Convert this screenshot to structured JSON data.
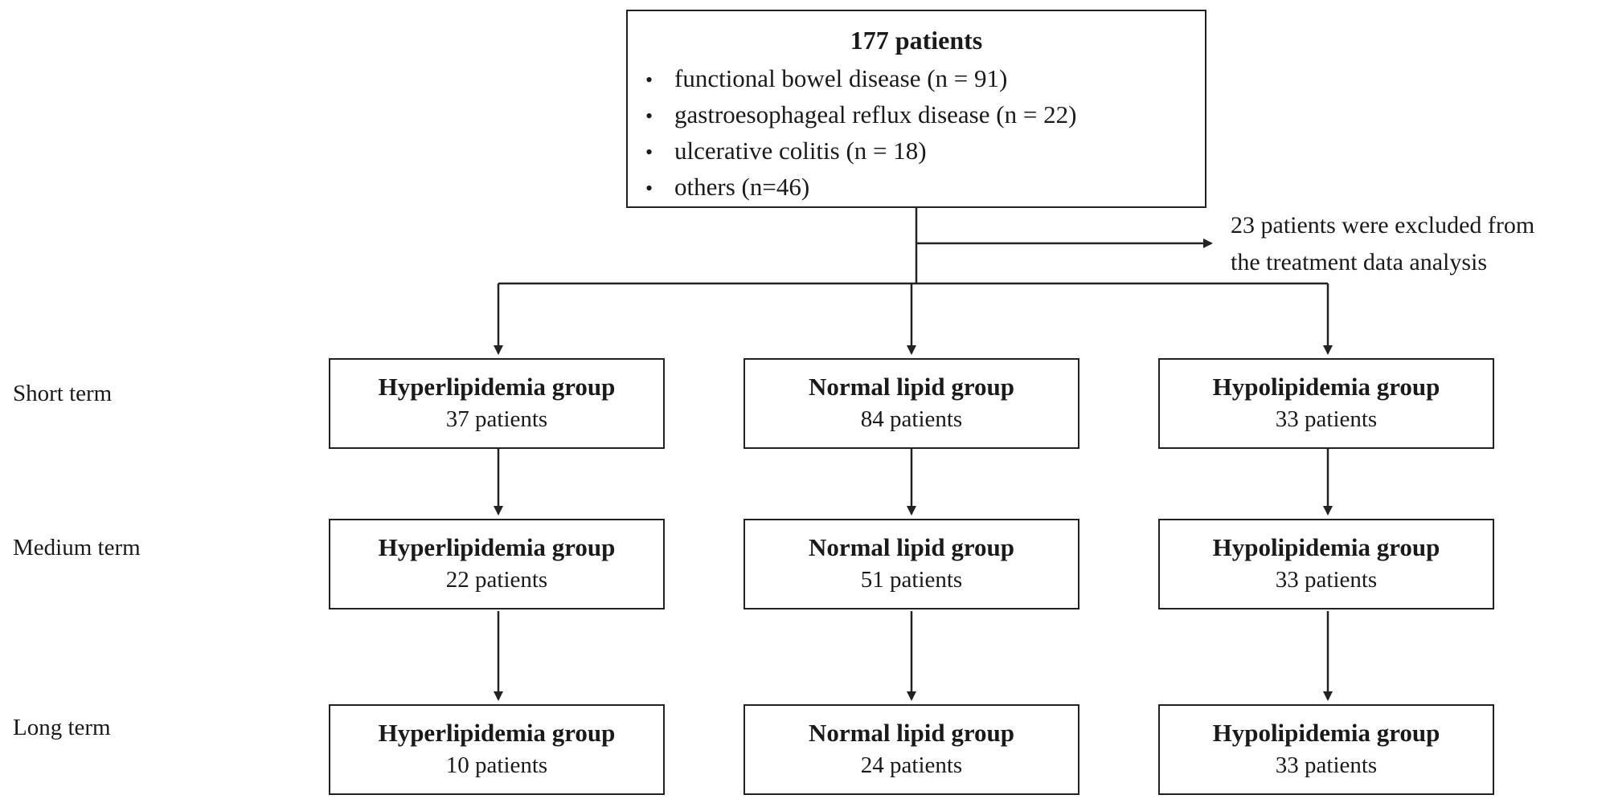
{
  "source": {
    "title": "177 patients",
    "items": [
      "functional bowel disease (n = 91)",
      "gastroesophageal reflux disease (n = 22)",
      "ulcerative colitis (n = 18)",
      "others (n=46)"
    ]
  },
  "exclusion": {
    "line1": "23 patients were excluded from",
    "line2": "the treatment data analysis"
  },
  "terms": [
    {
      "label": "Short term",
      "groups": [
        {
          "name": "Hyperlipidemia group",
          "count": "37 patients"
        },
        {
          "name": "Normal lipid group",
          "count": "84 patients"
        },
        {
          "name": "Hypolipidemia group",
          "count": "33 patients"
        }
      ]
    },
    {
      "label": "Medium term",
      "groups": [
        {
          "name": "Hyperlipidemia group",
          "count": "22 patients"
        },
        {
          "name": "Normal lipid group",
          "count": "51 patients"
        },
        {
          "name": "Hypolipidemia group",
          "count": "33 patients"
        }
      ]
    },
    {
      "label": "Long term",
      "groups": [
        {
          "name": "Hyperlipidemia group",
          "count": "10 patients"
        },
        {
          "name": "Normal lipid group",
          "count": "24 patients"
        },
        {
          "name": "Hypolipidemia group",
          "count": "33 patients"
        }
      ]
    }
  ]
}
